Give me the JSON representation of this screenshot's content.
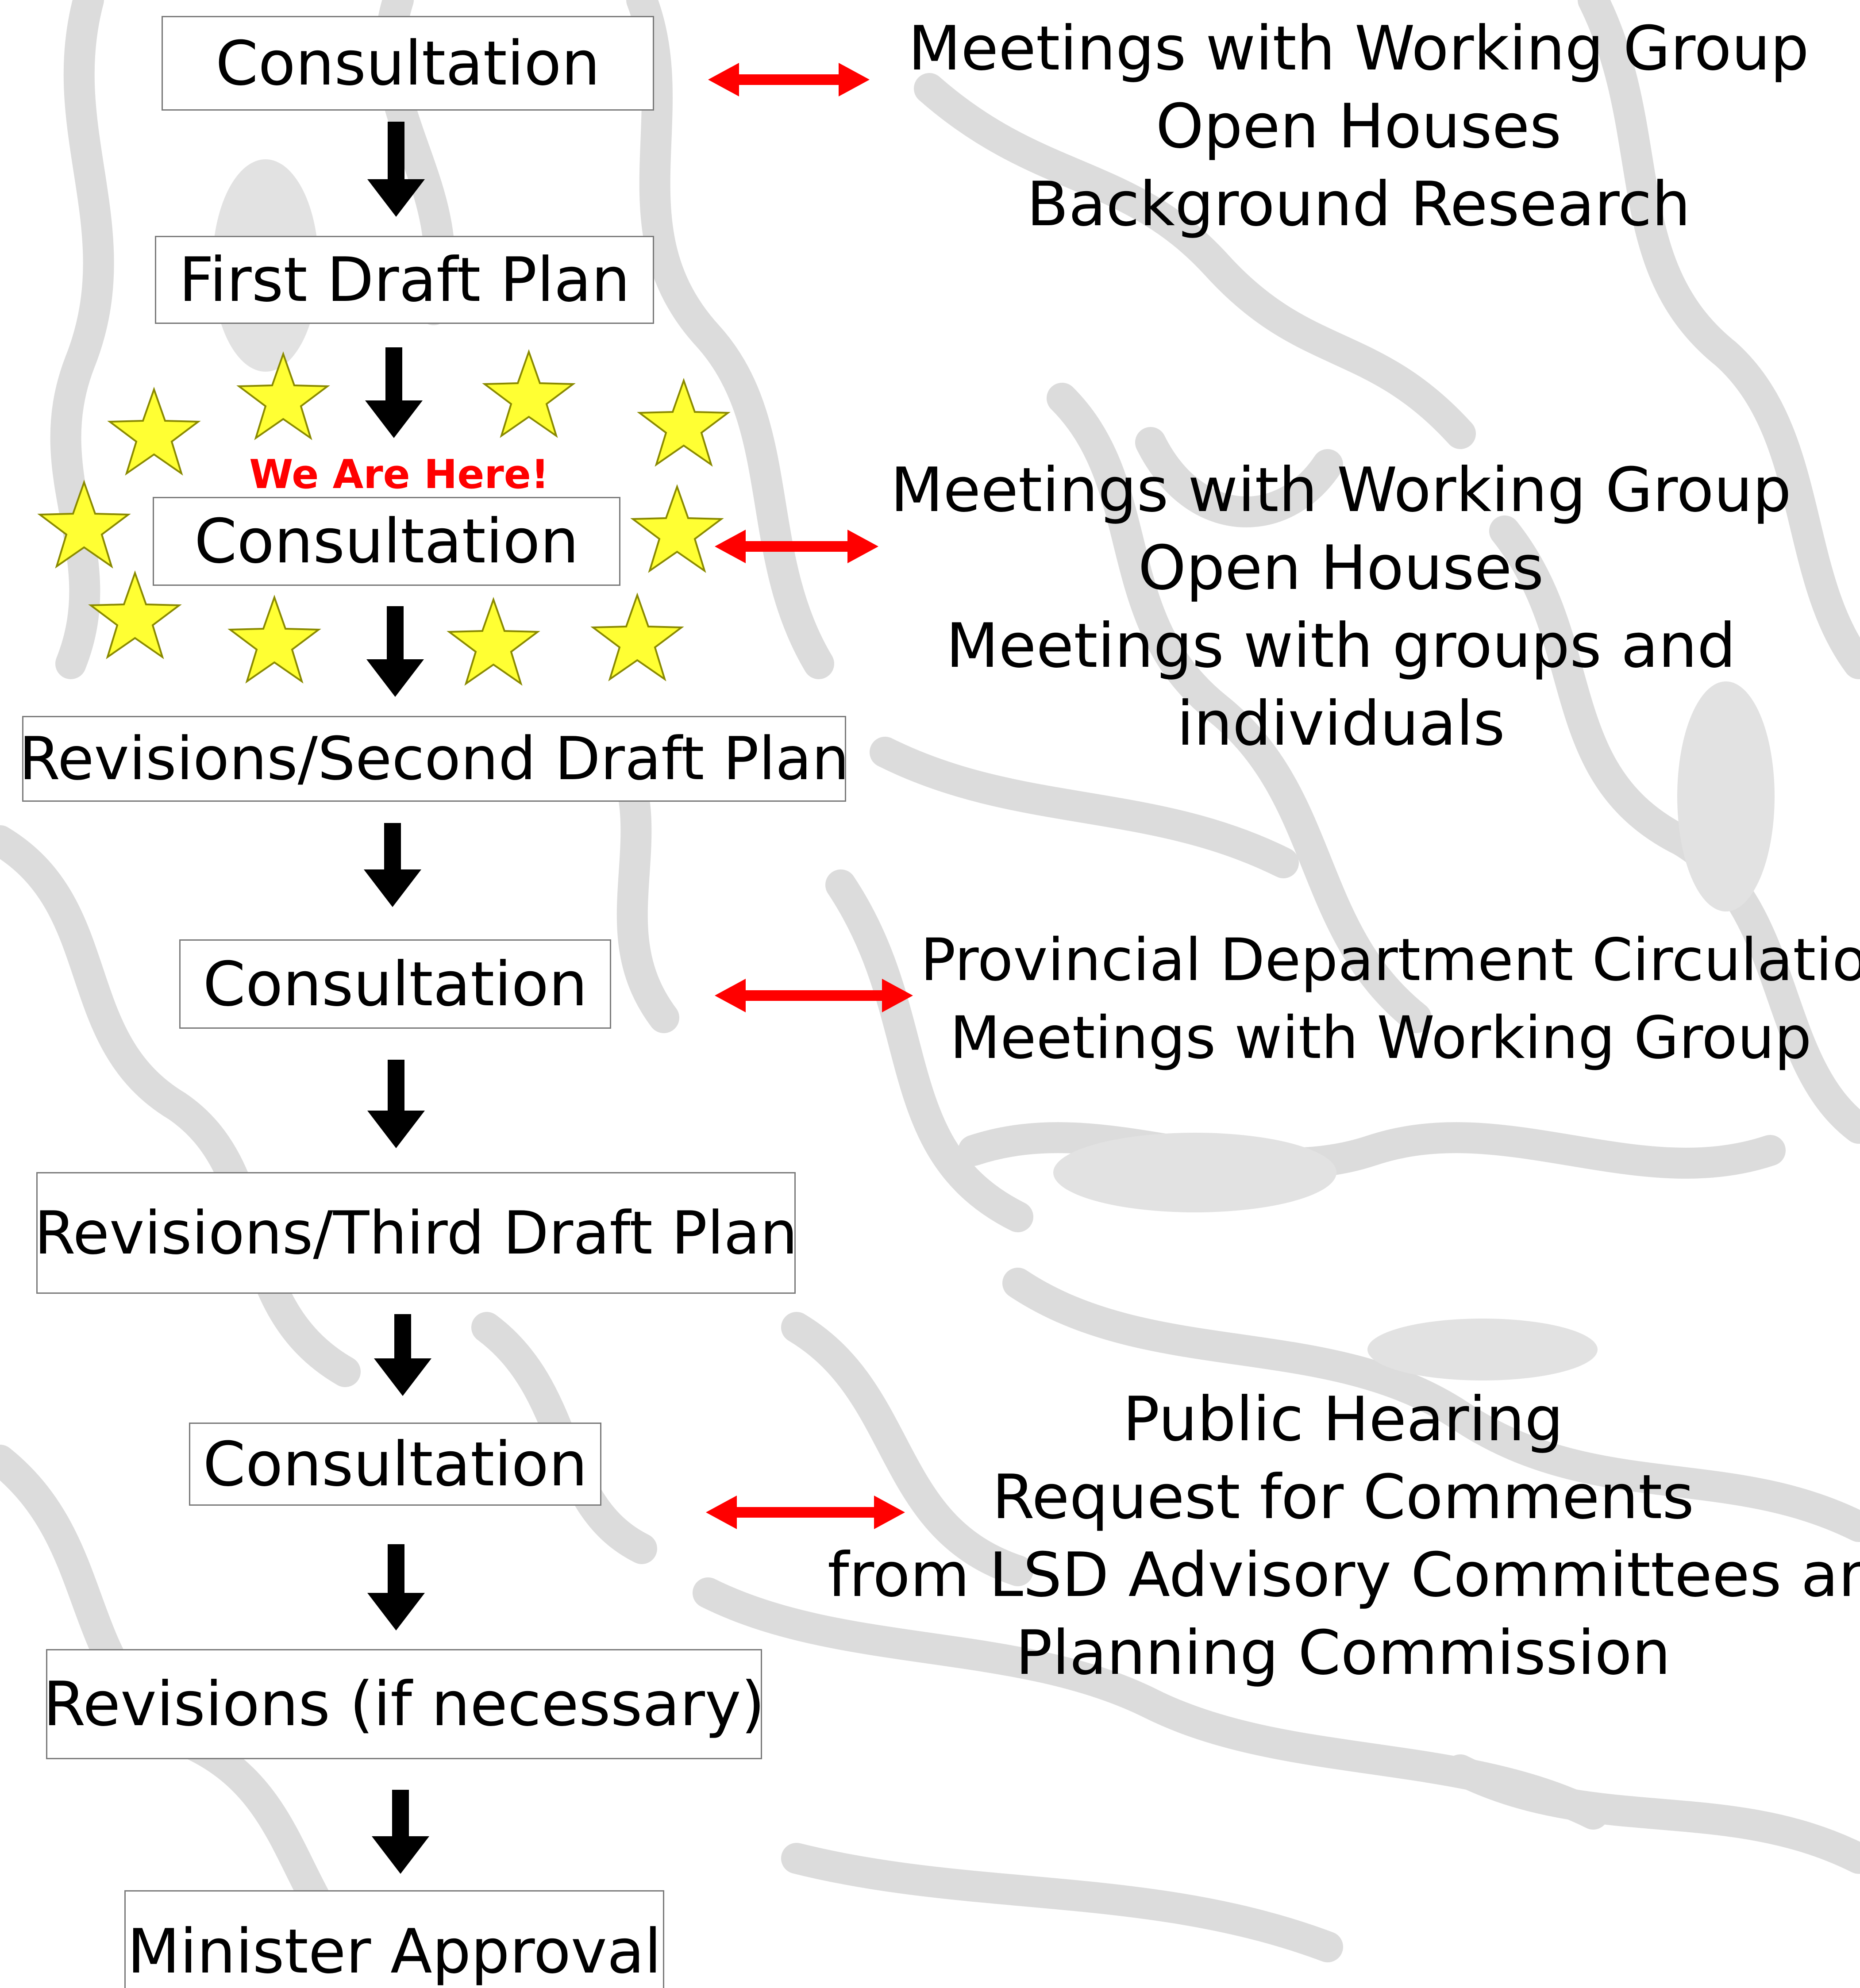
{
  "flow_steps": [
    {
      "id": "consultation-1",
      "label": "Consultation"
    },
    {
      "id": "first-draft-plan",
      "label": "First Draft Plan"
    },
    {
      "id": "consultation-2",
      "label": "Consultation"
    },
    {
      "id": "second-draft-plan",
      "label": "Revisions/Second Draft Plan"
    },
    {
      "id": "consultation-3",
      "label": "Consultation"
    },
    {
      "id": "third-draft-plan",
      "label": "Revisions/Third Draft Plan"
    },
    {
      "id": "consultation-4",
      "label": "Consultation"
    },
    {
      "id": "revisions-if-necessary",
      "label": "Revisions (if necessary)"
    },
    {
      "id": "minister-approval",
      "label": "Minister Approval"
    }
  ],
  "current_step_marker": "We Are Here!",
  "consultation_notes": [
    {
      "step": "consultation-1",
      "lines": [
        "Meetings with Working Group",
        "Open Houses",
        "Background Research"
      ]
    },
    {
      "step": "consultation-2",
      "lines": [
        "Meetings with Working Group",
        "Open Houses",
        "Meetings with groups and",
        "individuals"
      ]
    },
    {
      "step": "consultation-3",
      "lines": [
        "Provincial Department Circulation",
        "Meetings with Working Group"
      ]
    },
    {
      "step": "consultation-4",
      "lines": [
        "Public Hearing",
        "Request for Comments",
        "from LSD Advisory Committees and",
        "Planning Commission"
      ]
    }
  ],
  "colors": {
    "flow_arrow": "#000000",
    "link_arrow": "#ff0000",
    "star_fill": "#ffff33",
    "star_stroke": "#8a8a00",
    "marker_text": "#ff0000",
    "box_border": "#7a7a7a",
    "background_art": "#dcdcdc"
  }
}
